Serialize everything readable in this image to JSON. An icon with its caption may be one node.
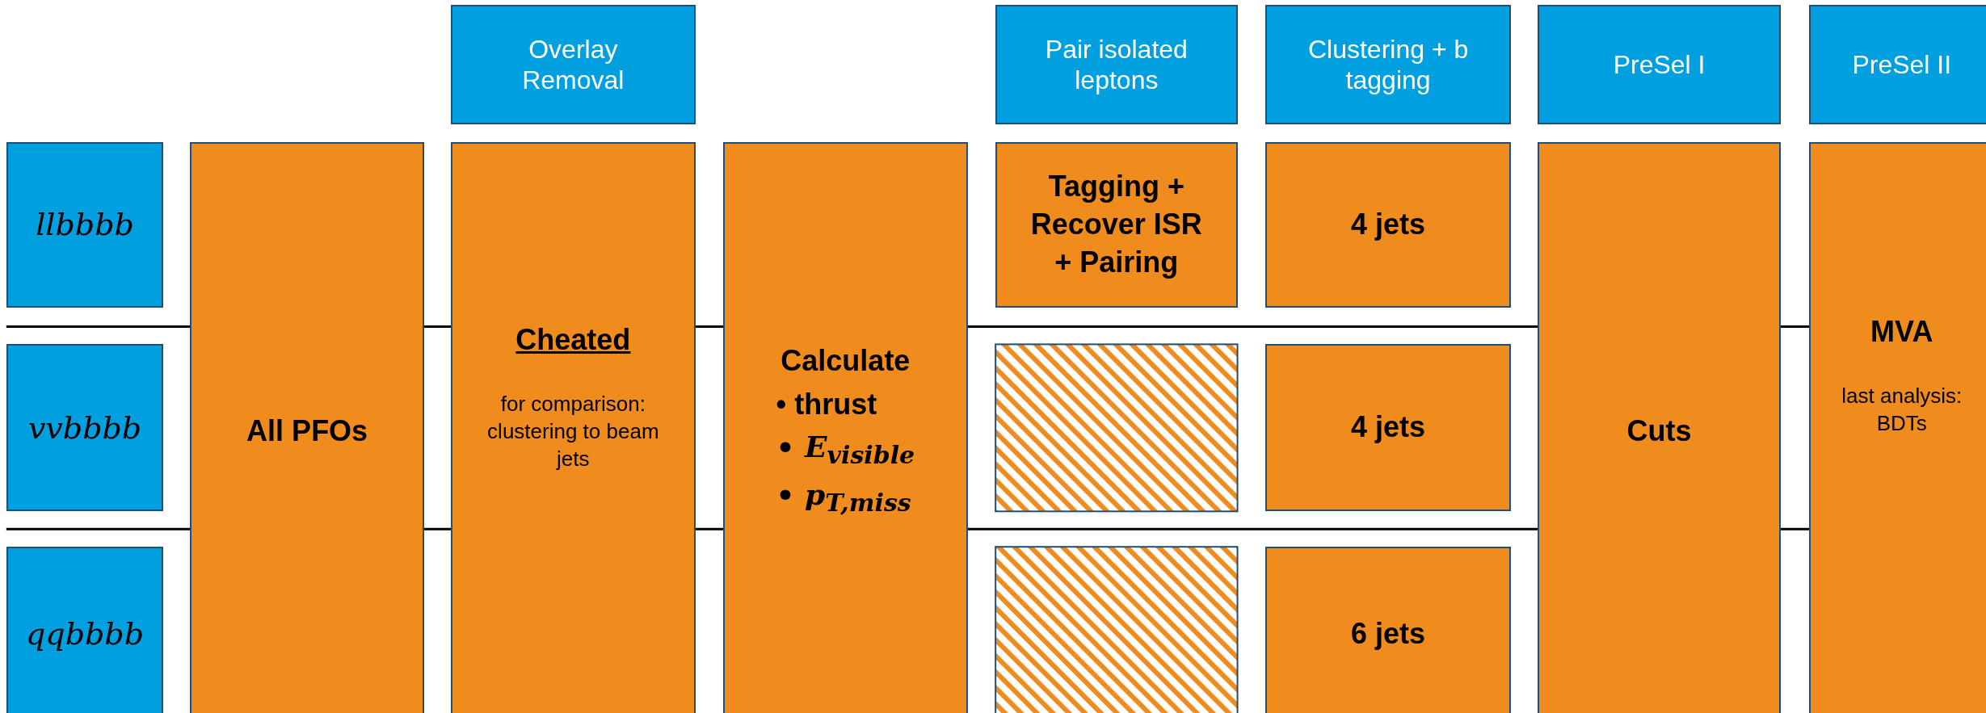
{
  "diagram": {
    "nodes": [
      {
        "text": [
          "Overlay Removal"
        ]
      },
      {
        "text": [
          "Pair isolated leptons"
        ]
      },
      {
        "text": [
          "Clustering + b tagging"
        ]
      },
      {
        "text": [
          "PreSel I"
        ]
      },
      {
        "text": [
          "PreSel II"
        ]
      },
      {
        "text": [
          "llbbbb"
        ]
      },
      {
        "text": [
          "All PFOs"
        ]
      },
      {
        "text": [
          "Cheated",
          "for comparison: clustering to beam jets"
        ]
      },
      {
        "text": [
          "Calculate",
          "• thrust",
          "• E$_{visible}$",
          "• p$_{T,miss}$"
        ]
      },
      {
        "text": [
          "Tagging + Recover ISR + Pairing"
        ]
      },
      {
        "text": [
          "4 jets"
        ]
      },
      {
        "text": [
          "Cuts"
        ]
      },
      {
        "text": [
          "MVA",
          "last analysis: BDTs"
        ]
      },
      {
        "text": [
          "vvbbbb"
        ]
      },
      {
        "text": [],
        "shape": "box"
      },
      {
        "text": [
          "4 jets"
        ]
      },
      {
        "text": [
          "qqbbbb"
        ]
      },
      {
        "text": [],
        "shape": "box"
      },
      {
        "text": [
          "6 jets"
        ]
      }
    ]
  }
}
